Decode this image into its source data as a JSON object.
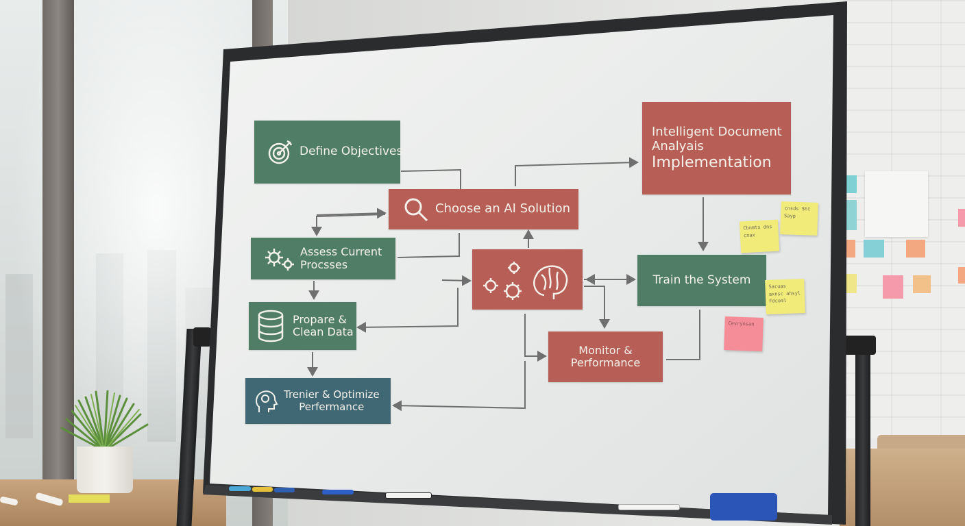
{
  "board": {
    "boxes": {
      "define_objectives": "Define Objectives",
      "choose_ai_solution": "Choose an AI Solution",
      "assess_current_processes": [
        "Assess Current",
        "Procsses"
      ],
      "prepare_clean_data": [
        "Propare &",
        "Clean Data"
      ],
      "trenier_optimize": [
        "Trenier & Optimize",
        "Perfermance"
      ],
      "intelligent_document": [
        "Intelligent Document",
        "Analyais",
        "Implementation"
      ],
      "train_system": "Train the System",
      "monitor_performance": [
        "Monitor &",
        "Performance"
      ]
    },
    "sticky_notes": {
      "note_1": "Cbnmts dns cnax",
      "note_2": "cnsds Sht Sayp",
      "note_3": "Sacuas axnsc ahsyl Fdcoml",
      "note_4": "Cevrynsan"
    }
  },
  "colors": {
    "green_box": "#4f7d66",
    "red_box": "#b75f56",
    "teal_box": "#3f6874",
    "sticky_yellow": "#f1ec7a",
    "sticky_pink": "#f48d97",
    "eraser_blue": "#2c55b8"
  },
  "icons": {
    "define_objectives": "target-icon",
    "choose_ai_solution": "magnifier-icon",
    "assess_current_processes": "gears-icon",
    "prepare_clean_data": "database-icon",
    "trenier_optimize": "head-brain-icon",
    "center_hub": "gears-brain-icon"
  }
}
